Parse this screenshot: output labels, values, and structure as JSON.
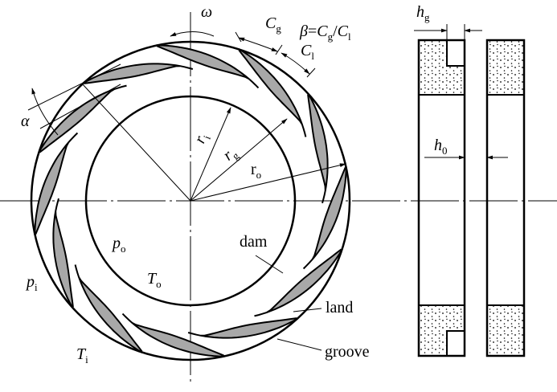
{
  "title_formula": {
    "beta": "β",
    "eq": "=",
    "cg": "C",
    "cg_sub": "g",
    "slash": "/",
    "cl": "C",
    "cl_sub": "l"
  },
  "labels": {
    "omega": "ω",
    "Cg": "C",
    "Cg_sub": "g",
    "Cl": "C",
    "Cl_sub": "l",
    "hg": "h",
    "hg_sub": "g",
    "h0": "h",
    "h0_sub": "0",
    "alpha": "α",
    "ri": "r",
    "ri_sub": "i",
    "rg": "r",
    "rg_sub": "g",
    "ro": "r",
    "ro_sub": "o",
    "po": "p",
    "po_sub": "o",
    "To": "T",
    "To_sub": "o",
    "pi": "p",
    "pi_sub": "i",
    "Ti": "T",
    "Ti_sub": "i",
    "dam": "dam",
    "land": "land",
    "groove": "groove"
  },
  "diagram": {
    "groove_count": 12,
    "groove_fill": "#a8a8a8",
    "stroke": "#000000"
  }
}
